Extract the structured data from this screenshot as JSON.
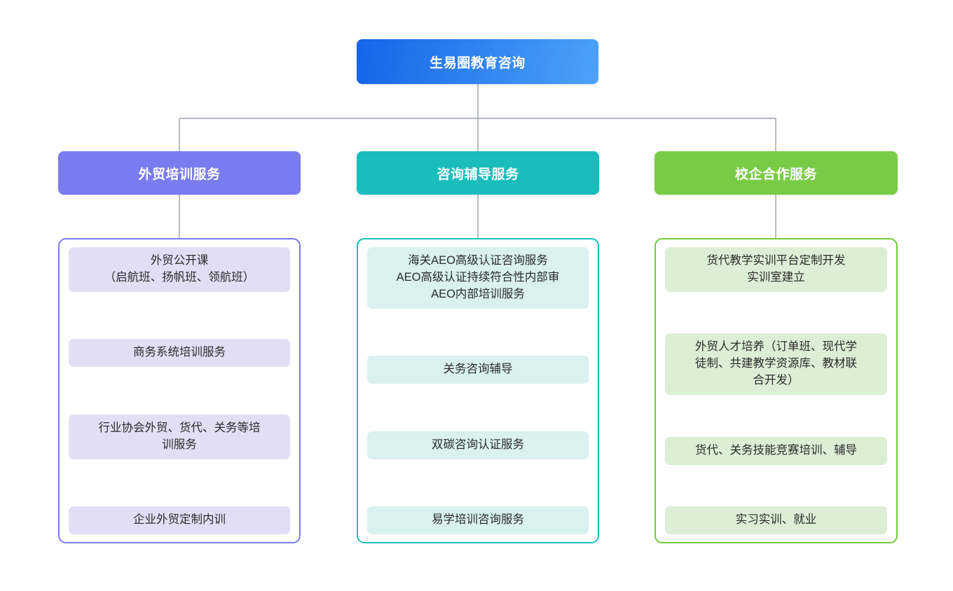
{
  "diagram": {
    "type": "organization-chart",
    "root": {
      "label": "生易圈教育咨询",
      "color": "#1565E8",
      "gradient_to": "#4DA2F7"
    },
    "branches": [
      {
        "label": "外贸培训服务",
        "color": "#7B7BF0",
        "item_bg": "#E2DFF5",
        "items": [
          {
            "lines": [
              "外贸公开课",
              "（启航班、扬帆班、领航班）"
            ]
          },
          {
            "lines": [
              "商务系统培训服务"
            ]
          },
          {
            "lines": [
              "行业协会外贸、货代、关务等培",
              "训服务"
            ]
          },
          {
            "lines": [
              "企业外贸定制内训"
            ]
          }
        ]
      },
      {
        "label": "咨询辅导服务",
        "color": "#1BBCBC",
        "item_bg": "#D9F1EF",
        "items": [
          {
            "lines": [
              "海关AEO高级认证咨询服务",
              "AEO高级认证持续符合性内部审",
              "AEO内部培训服务"
            ]
          },
          {
            "lines": [
              "关务咨询辅导"
            ]
          },
          {
            "lines": [
              "双碳咨询认证服务"
            ]
          },
          {
            "lines": [
              "易学培训咨询服务"
            ]
          }
        ]
      },
      {
        "label": "校企合作服务",
        "color": "#79CB46",
        "item_bg": "#DCEFD6",
        "items": [
          {
            "lines": [
              "货代教学实训平台定制开发",
              "实训室建立"
            ]
          },
          {
            "lines": [
              "外贸人才培养（订单班、现代学",
              "徒制、共建教学资源库、教材联",
              "合开发）"
            ]
          },
          {
            "lines": [
              "货代、关务技能竞赛培训、辅导"
            ]
          },
          {
            "lines": [
              "实习实训、就业"
            ]
          }
        ]
      }
    ],
    "connector_color": "#9aa3ad"
  }
}
